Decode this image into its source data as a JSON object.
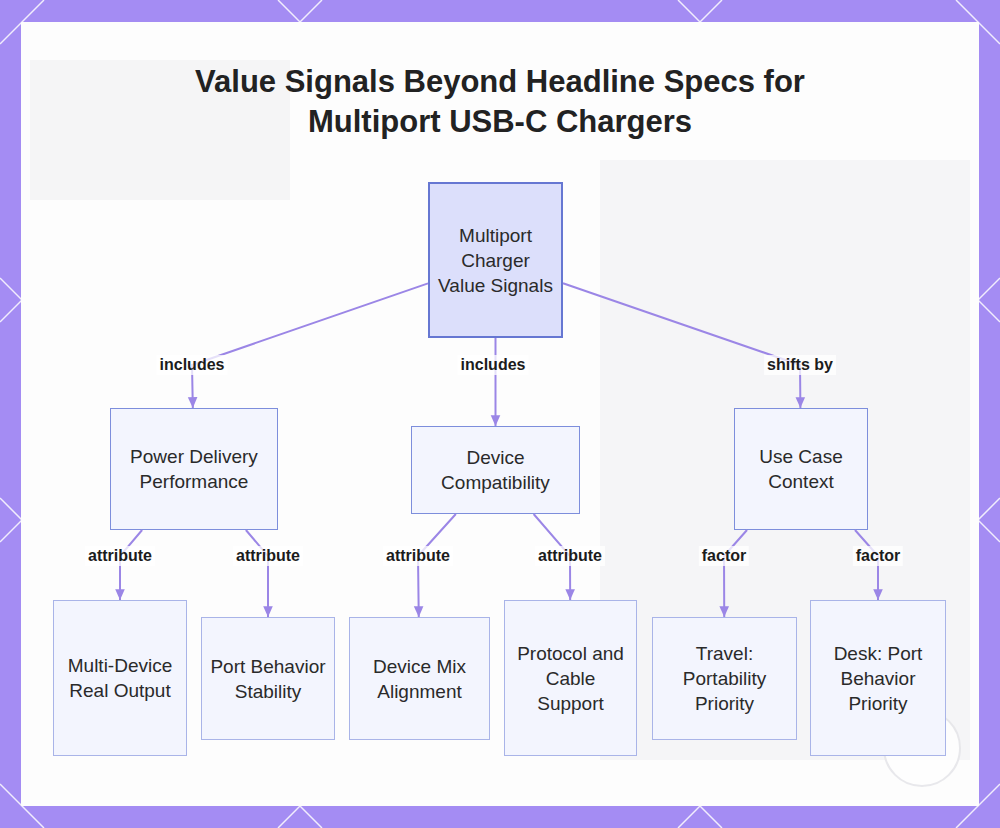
{
  "diagram": {
    "title": "Value Signals Beyond Headline Specs for Multiport USB-C Chargers",
    "nodes": [
      {
        "text": [
          "Multiport Charger Value Signals"
        ]
      },
      {
        "text": [
          "Power Delivery Performance"
        ]
      },
      {
        "text": [
          "Device Compatibility"
        ]
      },
      {
        "text": [
          "Use Case Context"
        ]
      },
      {
        "text": [
          "Multi-Device Real Output"
        ]
      },
      {
        "text": [
          "Port Behavior Stability"
        ]
      },
      {
        "text": [
          "Device Mix Alignment"
        ]
      },
      {
        "text": [
          "Protocol and Cable Support"
        ]
      },
      {
        "text": [
          "Travel: Portability Priority"
        ]
      },
      {
        "text": [
          "Desk: Port Behavior Priority"
        ]
      }
    ],
    "edges": [
      {
        "from": 0,
        "to": 1,
        "label": "includes",
        "arrow": "to"
      },
      {
        "from": 0,
        "to": 2,
        "label": "includes",
        "arrow": "to"
      },
      {
        "from": 0,
        "to": 3,
        "label": "shifts by",
        "arrow": "to"
      },
      {
        "from": 1,
        "to": 4,
        "label": "attribute",
        "arrow": "to"
      },
      {
        "from": 1,
        "to": 5,
        "label": "attribute",
        "arrow": "to"
      },
      {
        "from": 2,
        "to": 6,
        "label": "attribute",
        "arrow": "to"
      },
      {
        "from": 2,
        "to": 7,
        "label": "attribute",
        "arrow": "to"
      },
      {
        "from": 3,
        "to": 8,
        "label": "factor",
        "arrow": "to"
      },
      {
        "from": 3,
        "to": 9,
        "label": "factor",
        "arrow": "to"
      }
    ]
  }
}
